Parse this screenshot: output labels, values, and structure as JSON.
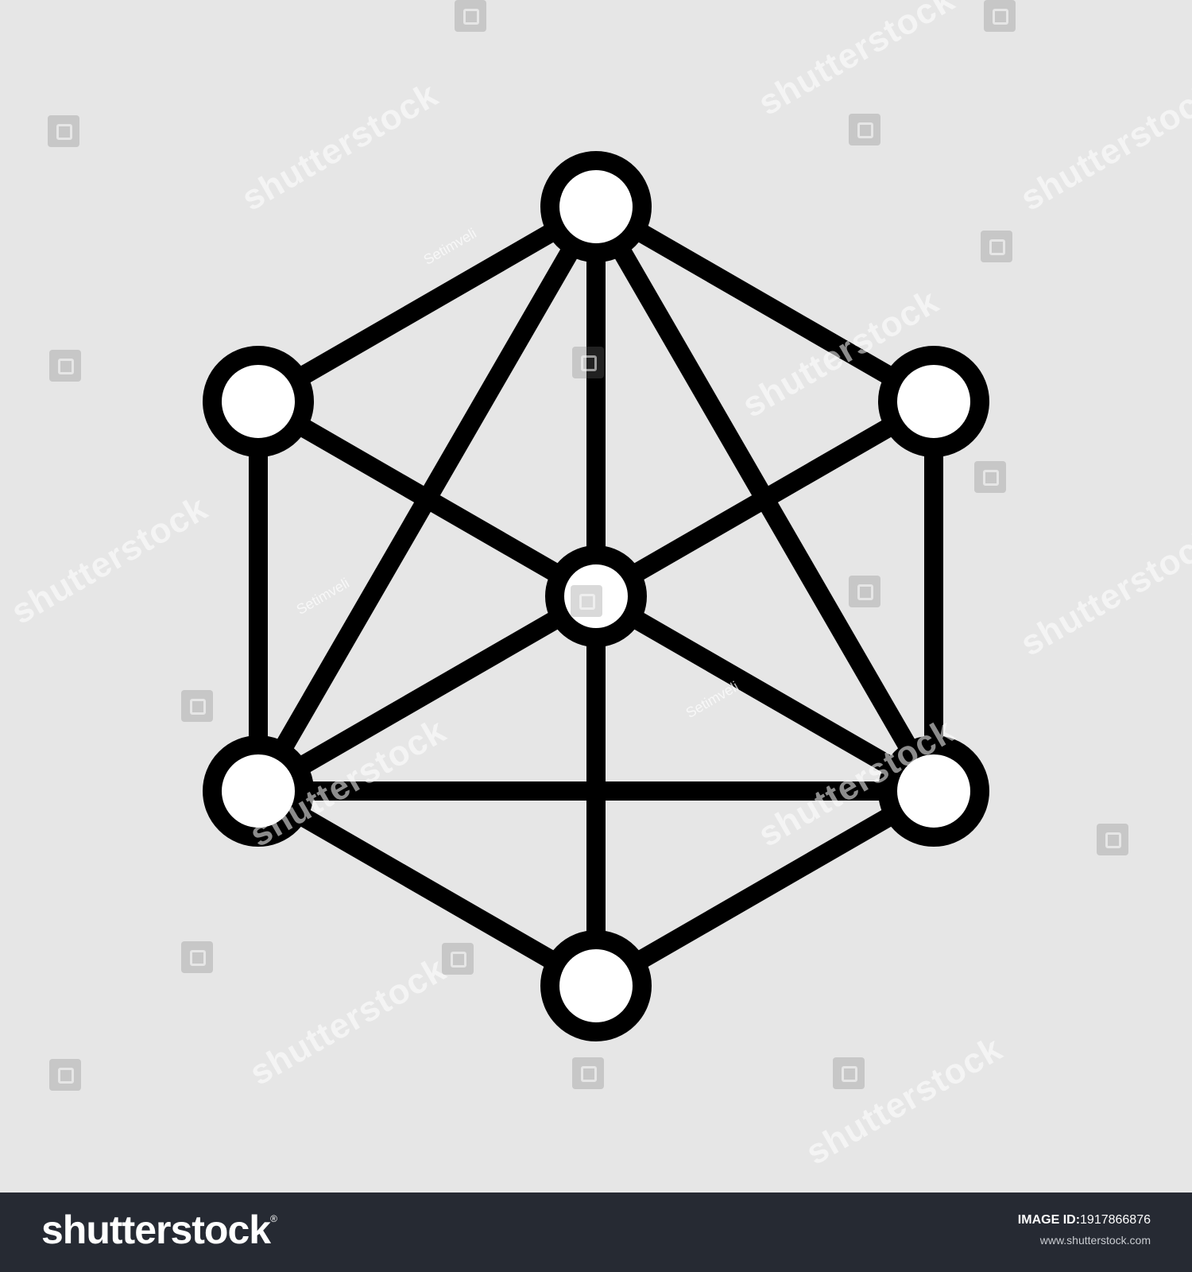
{
  "colors": {
    "background": "#e6e6e6",
    "stroke": "#000000",
    "node_fill": "#ffffff",
    "footer_bg": "#262a33",
    "footer_text": "#ffffff"
  },
  "icon": {
    "name": "network-hexagon-icon",
    "nodes": [
      "top",
      "upper-left",
      "upper-right",
      "center",
      "lower-left",
      "lower-right",
      "bottom"
    ]
  },
  "watermark": {
    "text": "shutterstock",
    "credit": "Setimveli"
  },
  "footer": {
    "logo": "shutterstock",
    "logo_mark": "®",
    "image_id_label": "IMAGE ID:",
    "image_id": "1917866876",
    "url": "www.shutterstock.com"
  }
}
